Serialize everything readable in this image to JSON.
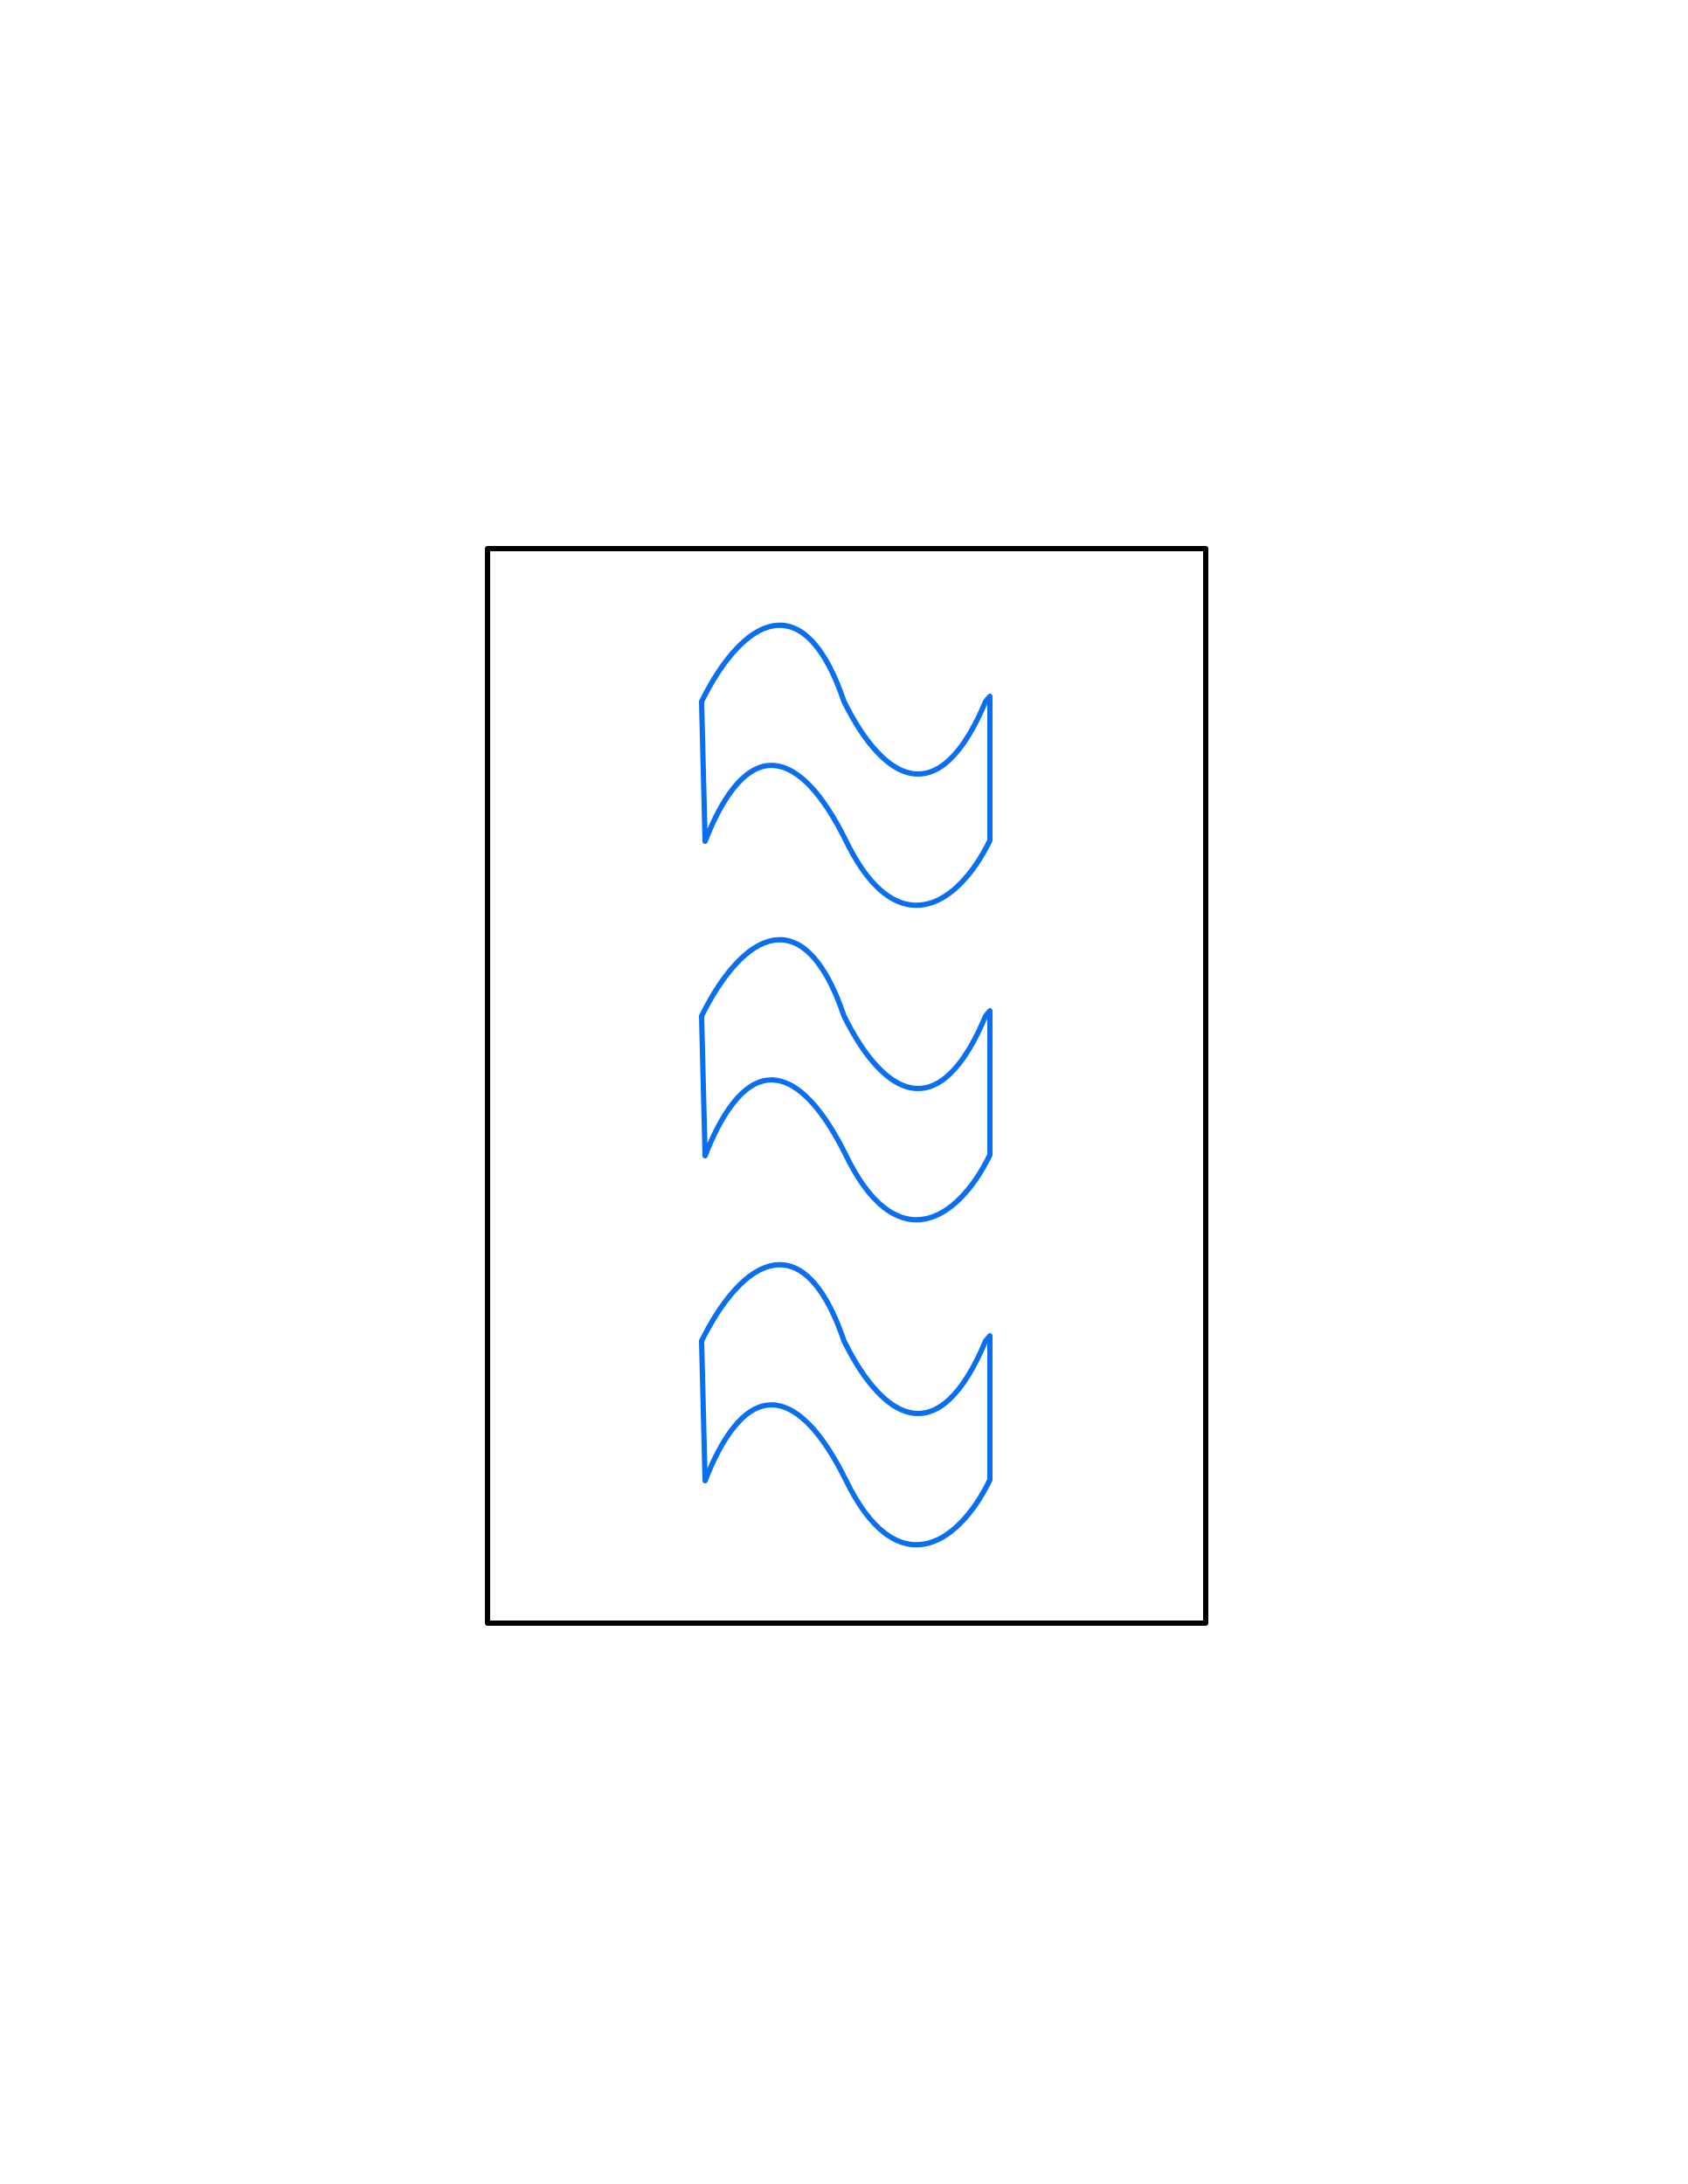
{
  "colors": {
    "background": "#ffffff",
    "frame_stroke": "#000000",
    "wave_stroke": "#0a6ef0"
  },
  "diagram": {
    "frame": {
      "shape": "rectangle"
    },
    "wave_shapes": [
      {
        "shape": "double-sine-band"
      },
      {
        "shape": "double-sine-band"
      },
      {
        "shape": "double-sine-band"
      }
    ]
  }
}
